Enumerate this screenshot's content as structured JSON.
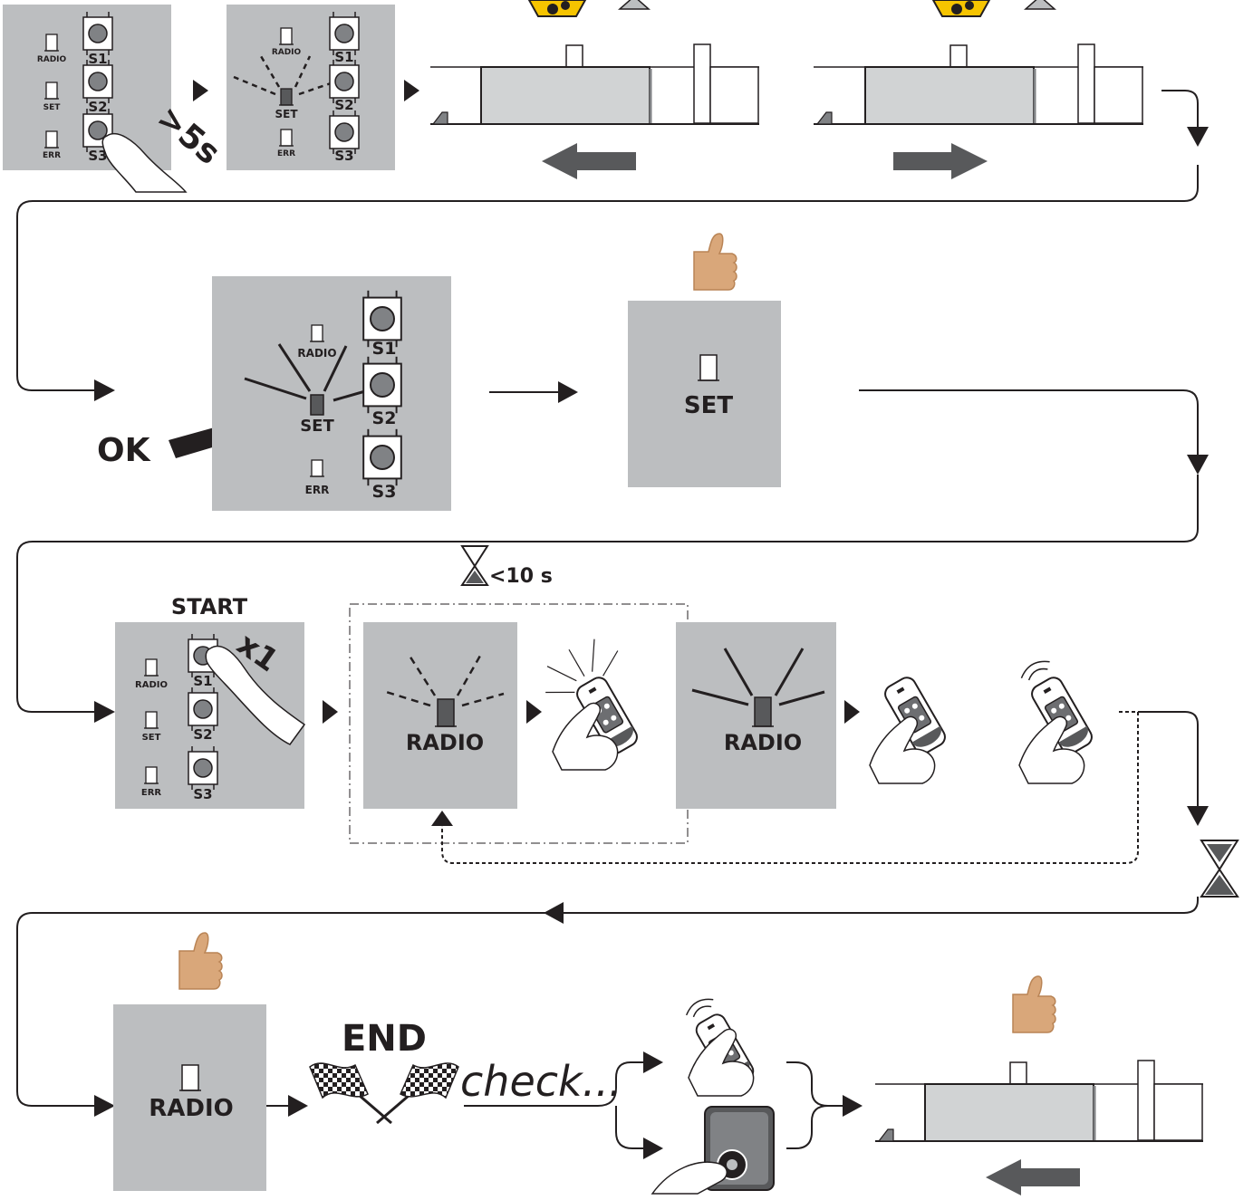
{
  "labels": {
    "radio": "RADIO",
    "set": "SET",
    "err": "ERR",
    "s1": "S1",
    "s2": "S2",
    "s3": "S3",
    "hold": ">5s",
    "ok": "OK",
    "start": "START",
    "times": "x1",
    "timeout": "<10 s",
    "end": "END",
    "check": "check..."
  },
  "colors": {
    "panel": "#bcbec0",
    "ink": "#231f20",
    "arrow": "#58595b",
    "skin": "#d9a77a",
    "warning": "#f6c400"
  },
  "icons": {
    "thumbs": "thumbs-up-icon",
    "hourglass": "hourglass-icon",
    "finish": "checkered-flags-icon",
    "warning": "warning-gear-icon",
    "remote": "remote-control-icon",
    "keypad": "key-switch-icon",
    "hand": "finger-press-icon"
  }
}
